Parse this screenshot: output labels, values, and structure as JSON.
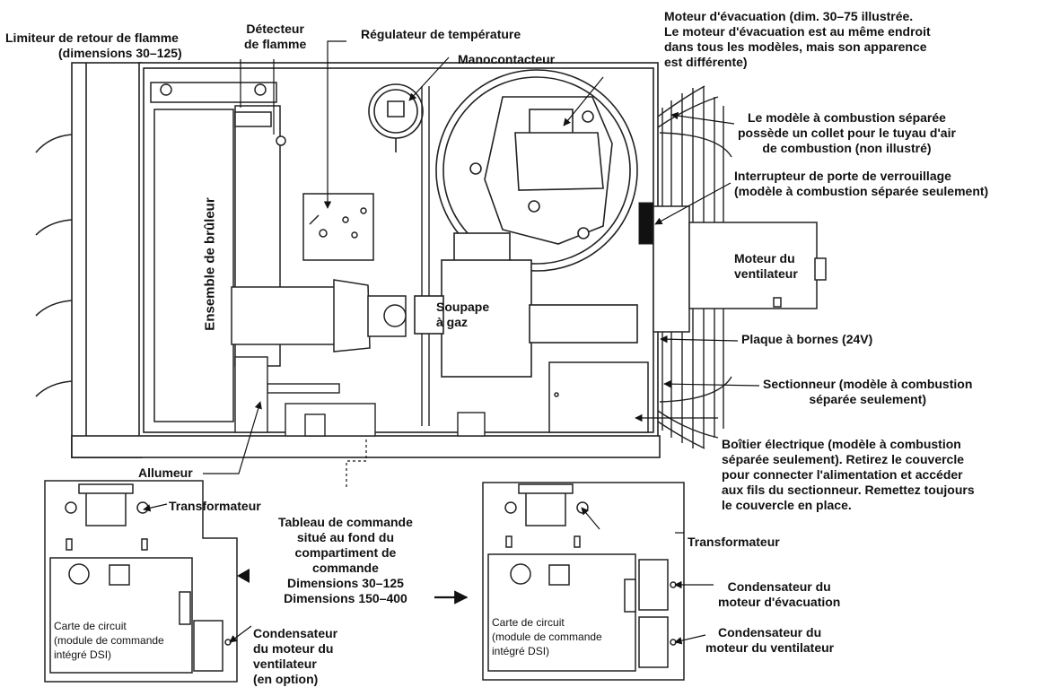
{
  "labels": {
    "limiteur": [
      "Limiteur de retour de flamme",
      "(dimensions 30–125)"
    ],
    "detecteur": [
      "Détecteur",
      "de flamme"
    ],
    "regulateur": [
      "Régulateur de température"
    ],
    "manocontacteur": [
      "Manocontacteur"
    ],
    "moteur_evac": [
      "Moteur d'évacuation (dim. 30–75 illustrée.",
      "Le moteur d'évacuation est au même endroit",
      "dans tous les modèles, mais son apparence",
      "est différente)"
    ],
    "collet": [
      "Le modèle à combustion séparée",
      "possède un collet pour le tuyau d'air",
      "de combustion (non illustré)"
    ],
    "interrupteur": [
      "Interrupteur de porte de verrouillage",
      "(modèle à combustion séparée seulement)"
    ],
    "moteur_ventilateur": [
      "Moteur du",
      "ventilateur"
    ],
    "ensemble_bruleur": "Ensemble de brûleur",
    "soupape": [
      "Soupape",
      "à gaz"
    ],
    "plaque_bornes": [
      "Plaque à bornes (24V)"
    ],
    "sectionneur": [
      "Sectionneur (modèle à combustion",
      "séparée seulement)"
    ],
    "boitier": [
      "Boîtier électrique (modèle à combustion",
      "séparée seulement). Retirez le couvercle",
      "pour connecter l'alimentation et accéder",
      "aux fils du sectionneur. Remettez toujours",
      "le couvercle en place."
    ],
    "allumeur": [
      "Allumeur"
    ],
    "transformateur_left": [
      "Transformateur"
    ],
    "tableau": [
      "Tableau de commande",
      "situé au fond du",
      "compartiment de",
      "commande",
      "Dimensions 30–125",
      "Dimensions 150–400"
    ],
    "transformateur_right": [
      "Transformateur"
    ],
    "cond_evac": [
      "Condensateur du",
      "moteur d'évacuation"
    ],
    "cond_vent_right": [
      "Condensateur du",
      "moteur du ventilateur"
    ],
    "cond_vent_left": [
      "Condensateur",
      "du moteur du",
      "ventilateur",
      "(en option)"
    ],
    "carte_left": [
      "Carte de circuit",
      "(module de commande",
      "intégré DSI)"
    ],
    "carte_right": [
      "Carte de circuit",
      "(module de commande",
      "intégré DSI)"
    ]
  }
}
